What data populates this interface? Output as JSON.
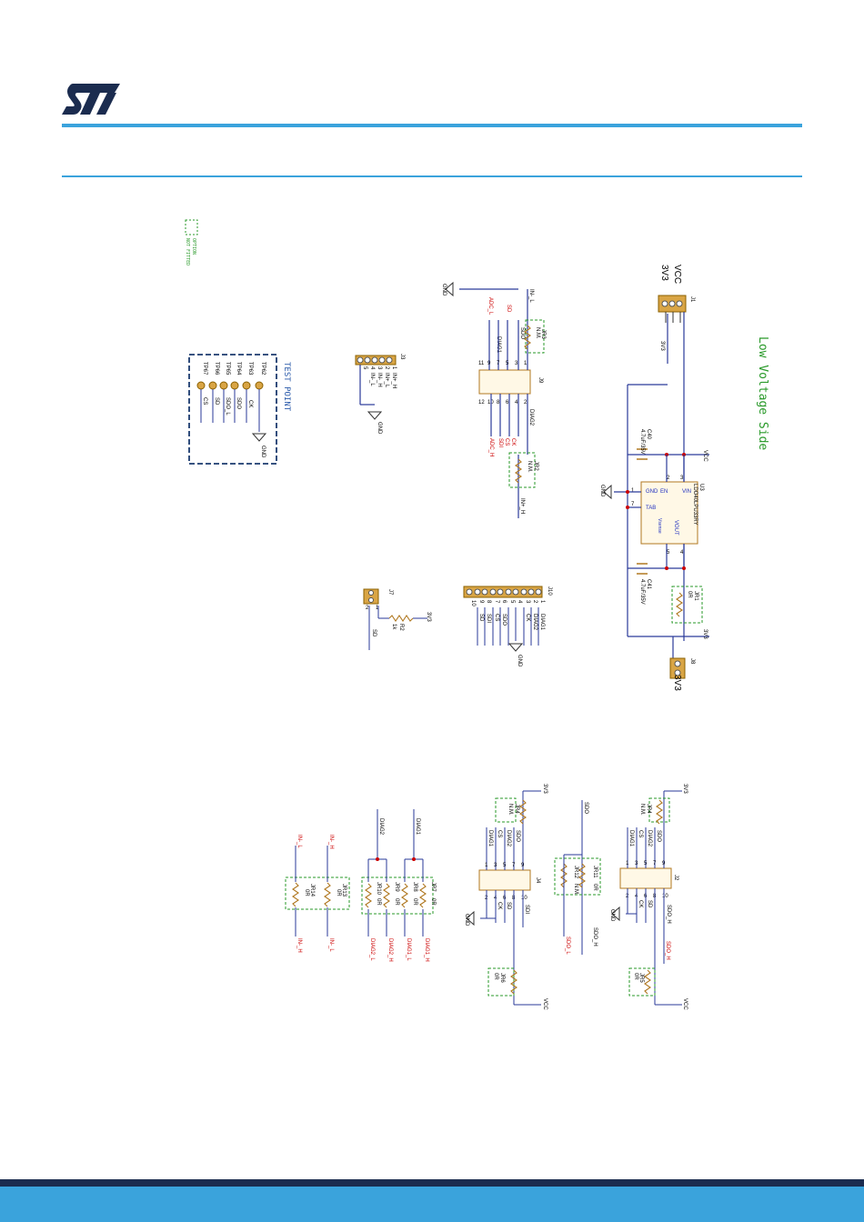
{
  "brand": {
    "logo": "ST",
    "accent": "#3aa3dc",
    "dark": "#1b2c4f"
  },
  "section": {
    "low_voltage_side": "Low Voltage Side",
    "test_point": "TEST POINT"
  },
  "power": {
    "j1": {
      "ref": "J1",
      "vcc": "VCC",
      "v33": "3V3",
      "p1": "1",
      "p2": "2",
      "p3": "3"
    },
    "u3": {
      "ref": "U3",
      "part": "LDO40LPU33RY",
      "vin": "VIN",
      "en": "EN",
      "gnd": "GND",
      "tab": "TAB",
      "vout": "VOUT",
      "vsense": "Vsense",
      "p1": "1",
      "p2": "2",
      "p3": "3",
      "p4": "4",
      "p5": "5",
      "p7": "7"
    },
    "c40": {
      "ref": "C40",
      "value": "4.7uF/35V"
    },
    "c41": {
      "ref": "C41",
      "value": "4.7uF/35V"
    },
    "jr1": {
      "ref": "JR1",
      "value": "0R"
    },
    "j8": {
      "ref": "J8",
      "label": "3V3",
      "p1": "1",
      "p2": "2"
    },
    "vcc_net": "VCC",
    "v33_net": "3V3",
    "gnd_net": "GND"
  },
  "j9": {
    "ref": "J9",
    "left_nets": [
      "IN-_L",
      "SDO",
      "DIAG1",
      "ADC_L",
      "SD"
    ],
    "left_pins": [
      "1",
      "3",
      "5",
      "7",
      "9",
      "11"
    ],
    "right_pins": [
      "2",
      "4",
      "6",
      "8",
      "10",
      "12"
    ],
    "right_nets": [
      "DIAG2",
      "CK",
      "CS",
      "SDI",
      "ADC_H"
    ],
    "jr3": {
      "ref": "JR3",
      "value": "N.M."
    },
    "jr2": {
      "ref": "JR2",
      "value": "N.M."
    },
    "in_h": "IN+_H",
    "gnd": "GND"
  },
  "j3": {
    "ref": "J3",
    "pins": [
      "1",
      "2",
      "3",
      "4",
      "5"
    ],
    "nets": [
      "IN+_H",
      "IN+_L",
      "IN-_H",
      "IN-_L",
      "GND"
    ]
  },
  "test_points": {
    "refs": [
      "TP62",
      "TP63",
      "TP64",
      "TP65",
      "TP66",
      "TP67"
    ],
    "nets": [
      "CK",
      "SDO",
      "SDO_L",
      "SD",
      "CS",
      "GND"
    ]
  },
  "option": {
    "line1": "OPTION",
    "line2": "NOT FITTED"
  },
  "j10": {
    "ref": "J10",
    "pins": [
      "1",
      "2",
      "3",
      "4",
      "5",
      "6",
      "7",
      "8",
      "9",
      "10"
    ],
    "nets": [
      "DIAG1",
      "DIAG2",
      "CK",
      "SDO",
      "CS",
      "SDI",
      "SD",
      "GND"
    ]
  },
  "j7": {
    "ref": "J7",
    "r2": "R2",
    "r2_value": "1k",
    "v33": "3V3",
    "sd": "SD",
    "p1": "1",
    "p2": "2"
  },
  "j2": {
    "ref": "J2",
    "left_nets": [
      "SDO",
      "DIAG2",
      "CS",
      "DIAG1",
      "GND"
    ],
    "left_pins": [
      "9",
      "7",
      "5",
      "3",
      "1"
    ],
    "right_pins": [
      "10",
      "8",
      "6",
      "4",
      "2"
    ],
    "right_nets": [
      "SDO_H",
      "SD",
      "CK"
    ],
    "jr4": {
      "ref": "JR4",
      "value": "N.M."
    },
    "jr5": {
      "ref": "JR5",
      "value": "0R"
    },
    "v33": "3V3",
    "vcc": "VCC",
    "sdo_h": "SDO_H"
  },
  "j4": {
    "ref": "J4",
    "left_nets": [
      "SDO",
      "DIAG2",
      "CS",
      "DIAG1",
      "GND"
    ],
    "left_pins": [
      "9",
      "7",
      "5",
      "3",
      "1"
    ],
    "right_pins": [
      "10",
      "8",
      "6",
      "4",
      "2"
    ],
    "right_nets": [
      "SDI",
      "SD",
      "CK"
    ],
    "jr4b": {
      "ref": "JR4",
      "value": "N.M."
    },
    "jr6": {
      "ref": "JR6",
      "value": "0R"
    },
    "v33": "3V3",
    "vcc": "VCC"
  },
  "sdo_sel": {
    "jr11": "JR11",
    "jr11_value": "0R",
    "jr12": "JR12",
    "jr12_value": "N.M.",
    "sdo": "SDO",
    "sdo_h": "SDO_H",
    "sdo_l": "SDO_L"
  },
  "diag_sel": {
    "jr7": "JR7",
    "jr8": "JR8",
    "jr9": "JR9",
    "jr10": "JR10",
    "value": "0R",
    "diag1": "DIAG1",
    "diag2": "DIAG2",
    "outs": [
      "DIAG1_H",
      "DIAG1_L",
      "DIAG2_H",
      "DIAG2_L"
    ]
  },
  "in_sel": {
    "jr13": "JR13",
    "jr14": "JR14",
    "value": "0R",
    "in_h": "IN-_H",
    "in_l": "IN-_L",
    "out_l": "IN-_L",
    "out_h": "IN-_H"
  }
}
